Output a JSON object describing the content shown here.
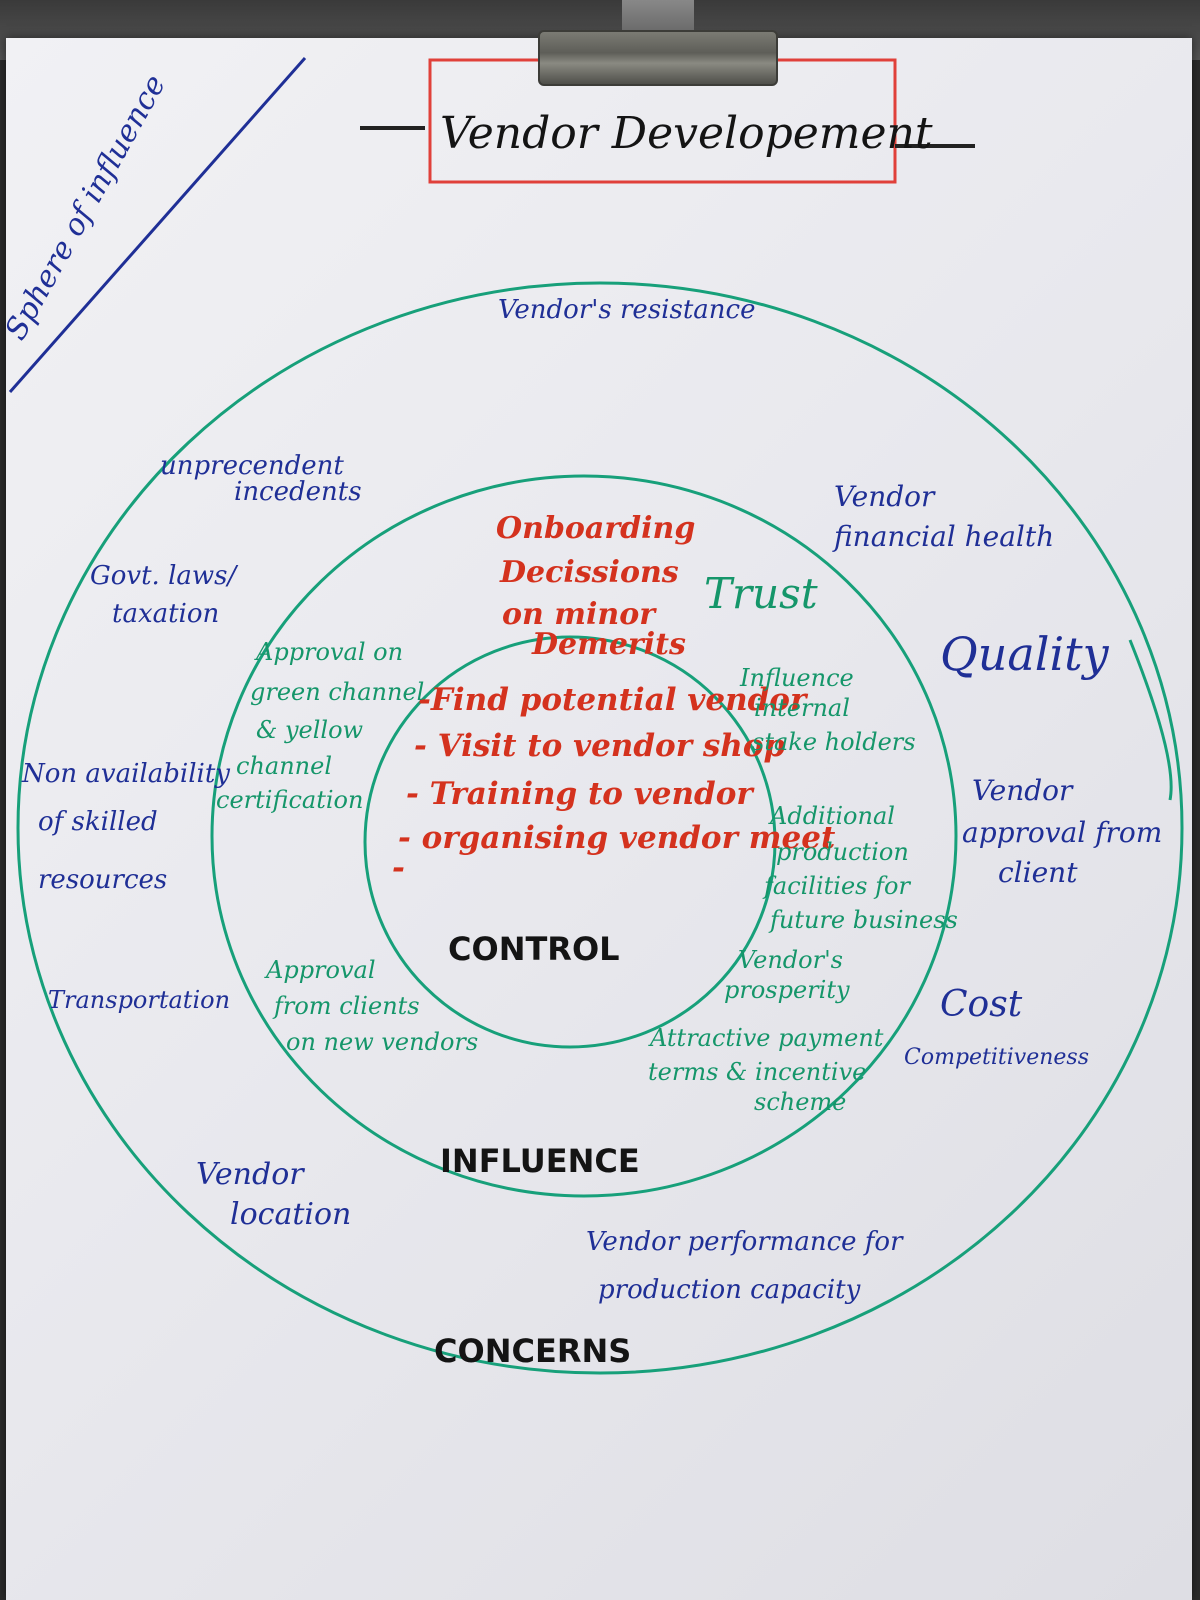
{
  "title": "Vendor Developement",
  "corner_label": "Sphere of influence",
  "rings": {
    "control": "CONTROL",
    "influence": "INFLUENCE",
    "concerns": "CONCERNS"
  },
  "control_items": {
    "top": [
      "Onboarding",
      "Decissions",
      "on minor",
      "Demerits"
    ],
    "list": [
      "-Find potential vendor",
      "- Visit to vendor shop",
      "- Training to vendor",
      "- organising vendor meet",
      "-"
    ]
  },
  "influence_items": {
    "trust": "Trust",
    "approval_green": [
      "Approval on",
      "green channel",
      "& yellow",
      "channel",
      "certification"
    ],
    "internal_stakeholders": [
      "Influence",
      "internal",
      "stake holders"
    ],
    "additional_production": [
      "Additional",
      "production",
      "facilities for",
      "future business"
    ],
    "vendors_prosperity": [
      "Vendor's",
      "prosperity"
    ],
    "attractive_payment": [
      "Attractive payment",
      "terms & incentive",
      "scheme"
    ],
    "approval_clients": [
      "Approval",
      "from clients",
      "on new vendors"
    ]
  },
  "concern_items": {
    "resistance": "Vendor's resistance",
    "unprecedent": [
      "unprecendent",
      "incedents"
    ],
    "govt": [
      "Govt. laws/",
      "taxation"
    ],
    "skilled": [
      "Non availability",
      "of skilled",
      "resources"
    ],
    "transport": "Transportation",
    "location": [
      "Vendor",
      "location"
    ],
    "performance": [
      "Vendor performance for",
      "production capacity"
    ],
    "financial": [
      "Vendor",
      "financial health"
    ],
    "quality": "Quality",
    "client_approval": [
      "Vendor",
      "approval from",
      "client"
    ],
    "cost": [
      "Cost",
      "Competitiveness"
    ]
  },
  "colors": {
    "ring": "#17a07a",
    "blue_ink": "#1f2f96",
    "green_ink": "#15966a",
    "red_ink": "#d4321e",
    "black_ink": "#141414",
    "title_box": "#e0403a"
  }
}
